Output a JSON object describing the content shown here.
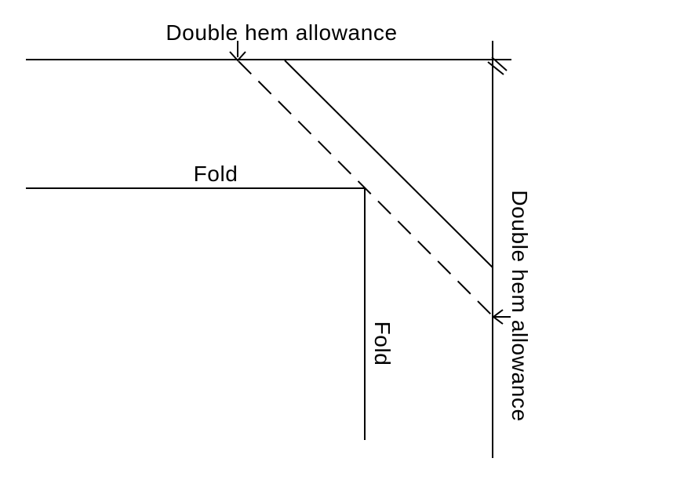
{
  "diagram": {
    "background_color": "#ffffff",
    "line_color": "#000000",
    "labels": {
      "hem_top": "Double hem allowance",
      "hem_right": "Double hem allowance",
      "fold_top": "Fold",
      "fold_right": "Fold"
    }
  }
}
